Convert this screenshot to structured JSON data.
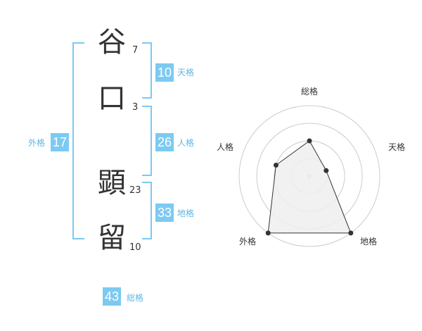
{
  "name": {
    "chars": [
      {
        "char": "谷",
        "strokes": "7"
      },
      {
        "char": "口",
        "strokes": "3"
      },
      {
        "char": "顕",
        "strokes": "23"
      },
      {
        "char": "留",
        "strokes": "10"
      }
    ]
  },
  "fortunes": {
    "tenkaku": {
      "value": "10",
      "label": "天格"
    },
    "jinkaku": {
      "value": "26",
      "label": "人格"
    },
    "chikaku": {
      "value": "33",
      "label": "地格"
    },
    "gaikaku": {
      "value": "17",
      "label": "外格"
    },
    "soukaku": {
      "value": "43",
      "label": "総格"
    }
  },
  "chart_data": {
    "type": "radar",
    "axes": [
      "総格",
      "天格",
      "地格",
      "外格",
      "人格"
    ],
    "values": [
      0.5,
      0.25,
      1.0,
      1.0,
      0.5
    ],
    "rings": 4,
    "colors": {
      "fill": "#eeeeee",
      "line": "#333333",
      "grid": "#cccccc"
    }
  }
}
